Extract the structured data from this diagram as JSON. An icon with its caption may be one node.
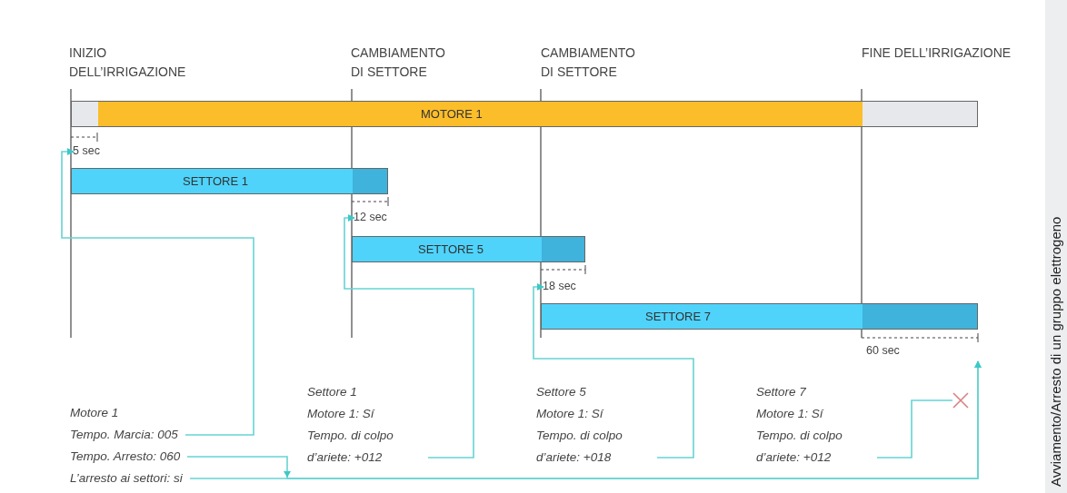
{
  "diagram": {
    "nodes": [
      {
        "text": [
          "MOTORE 1"
        ]
      },
      {
        "text": [
          "SETTORE 1"
        ]
      },
      {
        "text": [
          "SETTORE 5"
        ]
      },
      {
        "text": [
          "SETTORE 7"
        ]
      },
      {
        "text": [
          "5 sec"
        ]
      },
      {
        "text": [
          "12 sec"
        ]
      },
      {
        "text": [
          "18 sec"
        ]
      },
      {
        "text": [
          "60 sec"
        ]
      },
      {
        "text": [
          "Motore 1"
        ]
      },
      {
        "text": [
          "Tempo. Marcia: 005"
        ]
      },
      {
        "text": [
          "Tempo. Arresto: 060"
        ]
      },
      {
        "text": [
          "L’arresto ai settori: si"
        ]
      },
      {
        "text": [
          "Settore 1",
          "Motore 1: Sí",
          "Tempo. di colpo d’ariete: +012"
        ]
      },
      {
        "text": [
          "Settore 5",
          "Motore 1: Sí",
          "Tempo. di colpo d’ariete: +018"
        ]
      },
      {
        "text": [
          "Settore 7",
          "Motore 1: Sí",
          "Tempo. di colpo d’ariete: +012"
        ]
      },
      {
        "text": [],
        "shape": "cross"
      }
    ],
    "edges": [
      {
        "from": 9,
        "to": 4,
        "arrow": "to"
      },
      {
        "from": 12,
        "to": 5,
        "arrow": "to"
      },
      {
        "from": 13,
        "to": 6,
        "arrow": "to"
      },
      {
        "from": 10,
        "to": 7,
        "arrow": "to"
      },
      {
        "from": 11,
        "to": 7,
        "arrow": "to"
      },
      {
        "from": 14,
        "to": 15,
        "arrow": "none"
      }
    ],
    "labels": [
      "INIZIO DELL’IRRIGAZIONE",
      "CAMBIAMENTO DI SETTORE",
      "CAMBIAMENTO DI SETTORE",
      "FINE DELL’IRRIGAZIONE",
      "Avviamento/Arresto di un gruppo elettrogeno"
    ]
  }
}
